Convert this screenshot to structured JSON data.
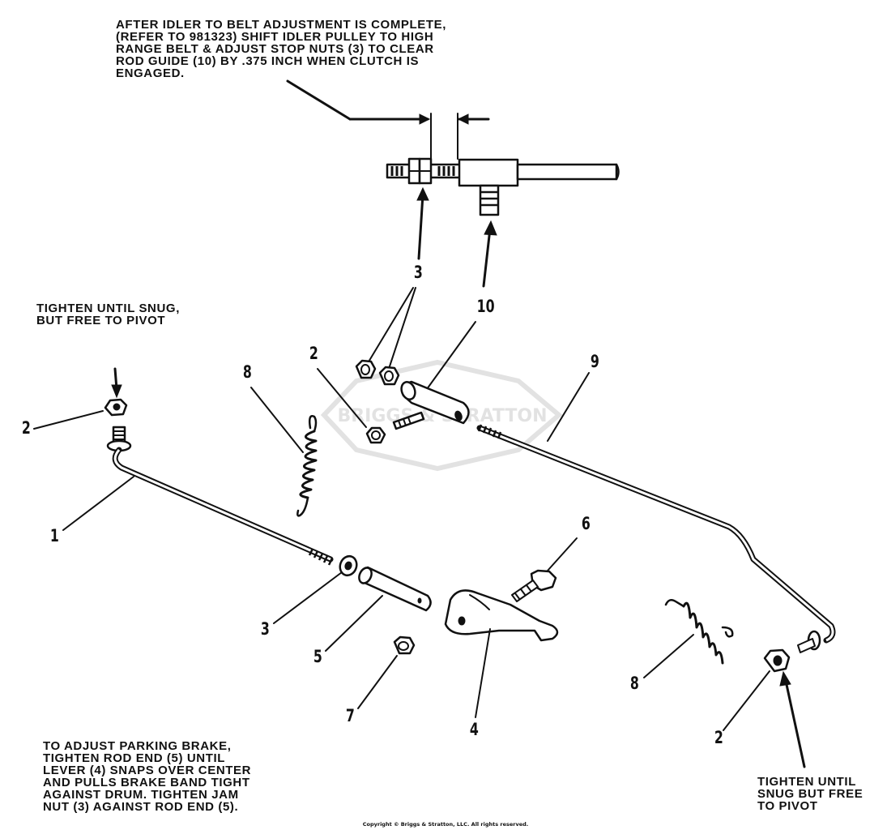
{
  "notes": {
    "top": [
      "AFTER IDLER TO BELT ADJUSTMENT IS COMPLETE,",
      "(REFER TO 981323) SHIFT IDLER PULLEY TO HIGH",
      "RANGE BELT & ADJUST STOP NUTS (3) TO CLEAR",
      "ROD GUIDE (10) BY .375 INCH WHEN CLUTCH IS",
      "ENGAGED."
    ],
    "snug_left": [
      "TIGHTEN UNTIL SNUG,",
      "BUT FREE TO PIVOT"
    ],
    "brake": [
      "TO ADJUST PARKING BRAKE,",
      "TIGHTEN ROD END (5) UNTIL",
      "LEVER (4) SNAPS OVER CENTER",
      "AND PULLS BRAKE BAND TIGHT",
      "AGAINST DRUM. TIGHTEN JAM",
      "NUT (3) AGAINST ROD END (5)."
    ],
    "snug_right": [
      "TIGHTEN UNTIL",
      "SNUG BUT FREE",
      "TO PIVOT"
    ]
  },
  "callouts": {
    "c3_top": "3",
    "c10": "10",
    "c2_left": "2",
    "c8_left": "8",
    "c2_mid": "2",
    "c9": "9",
    "c1": "1",
    "c6": "6",
    "c3_low": "3",
    "c5": "5",
    "c8_right": "8",
    "c7": "7",
    "c4": "4",
    "c2_right": "2"
  },
  "watermark": "BRIGGS & STRATTON",
  "copyright": "Copyright © Briggs & Stratton, LLC. All rights reserved."
}
